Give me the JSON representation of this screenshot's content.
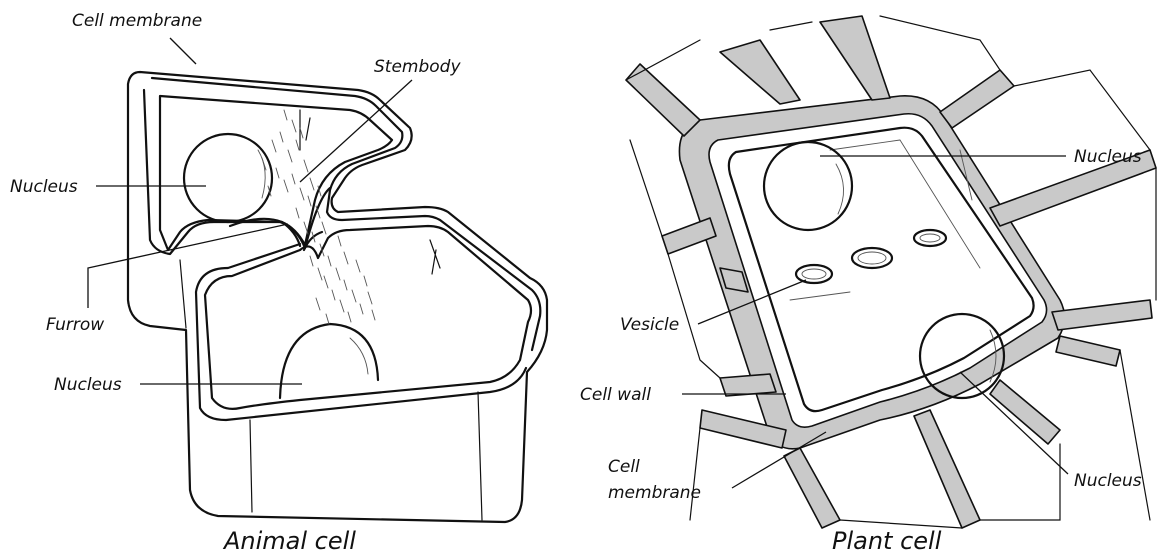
{
  "animal": {
    "caption": "Animal cell",
    "labels": {
      "cell_membrane": "Cell membrane",
      "stembody": "Stembody",
      "nucleus_top": "Nucleus",
      "furrow": "Furrow",
      "nucleus_bottom": "Nucleus"
    }
  },
  "plant": {
    "caption": "Plant cell",
    "labels": {
      "nucleus_top": "Nucleus",
      "vesicle": "Vesicle",
      "cell_wall": "Cell wall",
      "cell_membrane_line1": "Cell",
      "cell_membrane_line2": "membrane",
      "nucleus_bottom": "Nucleus"
    }
  },
  "colors": {
    "ink": "#111111",
    "wall_gray": "#c9c9c9",
    "paper": "#ffffff"
  }
}
